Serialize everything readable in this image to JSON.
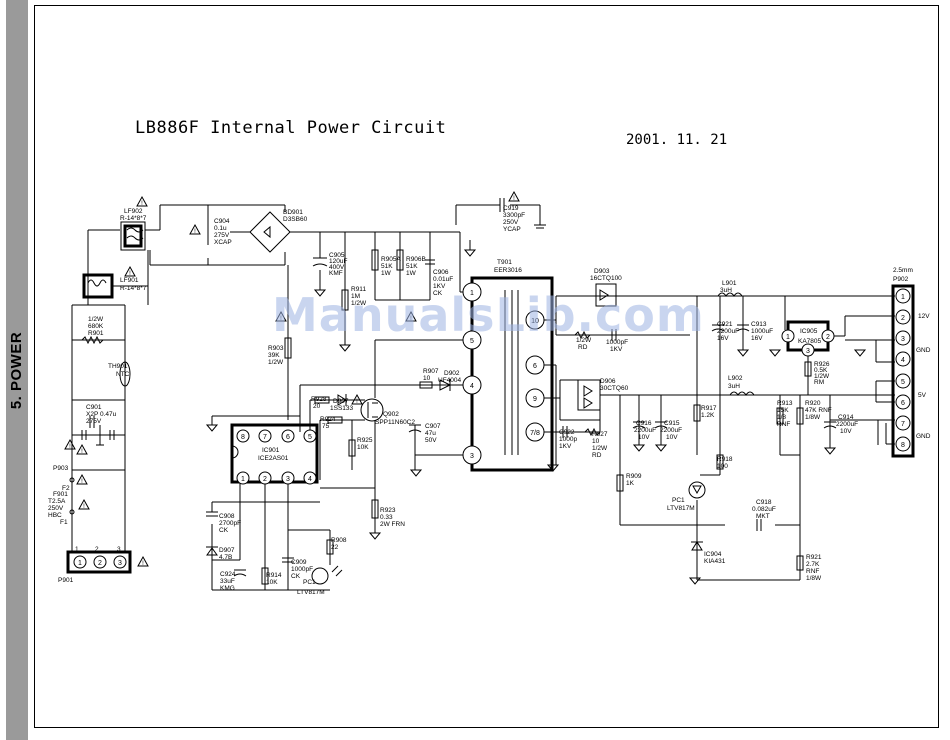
{
  "side_label": "5. POWER",
  "title": "LB886F Internal Power Circuit",
  "date": "2001. 11. 21",
  "watermark": "ManualsLib.com",
  "components": {
    "lf902": [
      "LF902",
      "R-14*8*7"
    ],
    "lf901": [
      "LF901",
      "R-14*8*7"
    ],
    "c904": [
      "C904",
      "0.1u",
      "275V",
      "XCAP"
    ],
    "bd901": [
      "BD901",
      "D3SB60"
    ],
    "c905": [
      "C905",
      "120uF",
      "400V",
      "KMF"
    ],
    "r905": [
      "R905A",
      "51K",
      "1W"
    ],
    "r906": [
      "R906B",
      "51K",
      "1W"
    ],
    "c906": [
      "C906",
      "0.01uF",
      "1KV",
      "CK"
    ],
    "r911": [
      "R911",
      "1M",
      "1/2W"
    ],
    "c919": [
      "C919",
      "3300pF",
      "250V",
      "YCAP"
    ],
    "t901": [
      "T901",
      "EER3016"
    ],
    "r901": [
      "1/2W",
      "680K",
      "R901"
    ],
    "th901": [
      "TH901",
      "NTC"
    ],
    "c901": [
      "C901",
      "X2P 0.47u",
      "275V"
    ],
    "p903": [
      "P903"
    ],
    "f901": [
      "F2",
      "F901",
      "T2.5A",
      "250V",
      "HBC",
      "F1"
    ],
    "p901": [
      "P901"
    ],
    "r903": [
      "R903",
      "39K",
      "1/2W"
    ],
    "r907": [
      "R907",
      "10"
    ],
    "d902": [
      "D902",
      "UF4004"
    ],
    "r928": [
      "R928",
      "20"
    ],
    "d907": [
      "D907",
      "1SS133"
    ],
    "r924": [
      "R924",
      "75"
    ],
    "q902": [
      "Q902",
      "SPP11N60C2"
    ],
    "r925": [
      "R925",
      "10K"
    ],
    "c907": [
      "C907",
      "47u",
      "50V"
    ],
    "ic901": [
      "IC901",
      "ICE2AS01"
    ],
    "r923": [
      "R923",
      "0.33",
      "2W FRN"
    ],
    "c908": [
      "C908",
      "2700pF",
      "CK"
    ],
    "d907b": [
      "D907",
      "4.7B"
    ],
    "c924": [
      "C924",
      "33uF",
      "KMG"
    ],
    "r914": [
      "R914",
      "10K"
    ],
    "c909": [
      "C909",
      "1000pF",
      "CK"
    ],
    "r908": [
      "R908",
      "22"
    ],
    "pc1a": [
      "PC1",
      "LTV817M"
    ],
    "d903": [
      "D903",
      "16CTQ100"
    ],
    "c902": [
      "1/2W",
      "RD",
      "1000pF",
      "1KV"
    ],
    "l901": [
      "L901",
      "3uH"
    ],
    "c921": [
      "C921",
      "2200uF",
      "16V"
    ],
    "c913": [
      "C913",
      "1000uF",
      "16V"
    ],
    "ic905": [
      "IC905",
      "KA7805"
    ],
    "r926": [
      "R926",
      "0.5K",
      "1/2W",
      "RM"
    ],
    "p902": [
      "2.5mm",
      "P902"
    ],
    "l902": [
      "L902",
      "3uH"
    ],
    "d906": [
      "D906",
      "30CTQ60"
    ],
    "c922": [
      "C922",
      "1000p",
      "1KV"
    ],
    "r927": [
      "R927",
      "10",
      "1/2W",
      "RD"
    ],
    "c916": [
      "C916",
      "2200uF",
      "10V"
    ],
    "c915": [
      "C915",
      "2200uF",
      "10V"
    ],
    "r917": [
      "R917",
      "1.2K"
    ],
    "r913": [
      "R913",
      "15K",
      "1/8",
      "RNF"
    ],
    "r920": [
      "R920",
      "47K RNF",
      "1/8W"
    ],
    "c914": [
      "C914",
      "2200uF",
      "10V"
    ],
    "r918": [
      "R918",
      "100"
    ],
    "r909": [
      "R909",
      "1K"
    ],
    "pc1b": [
      "PC1",
      "LTV817M"
    ],
    "c918": [
      "C918",
      "0.082uF",
      "MKT"
    ],
    "ic904": [
      "IC904",
      "KIA431"
    ],
    "r921": [
      "R921",
      "2.7K",
      "RNF",
      "1/8W"
    ]
  },
  "connector_p902": {
    "pins": [
      "1",
      "2",
      "3",
      "4",
      "5",
      "6",
      "7",
      "8"
    ],
    "rails": [
      "12V",
      "GND",
      "5V",
      "GND"
    ]
  },
  "transformer_pins": [
    "1",
    "5",
    "4",
    "3",
    "10",
    "6",
    "9",
    "7/8"
  ],
  "ic901_pins": [
    "8",
    "7",
    "6",
    "5",
    "1",
    "2",
    "3",
    "4"
  ],
  "ic905_pins": [
    "1",
    "2",
    "3"
  ],
  "p901_pins": [
    "1",
    "2",
    "3"
  ],
  "p901_numbers": [
    "1",
    "2",
    "3"
  ]
}
